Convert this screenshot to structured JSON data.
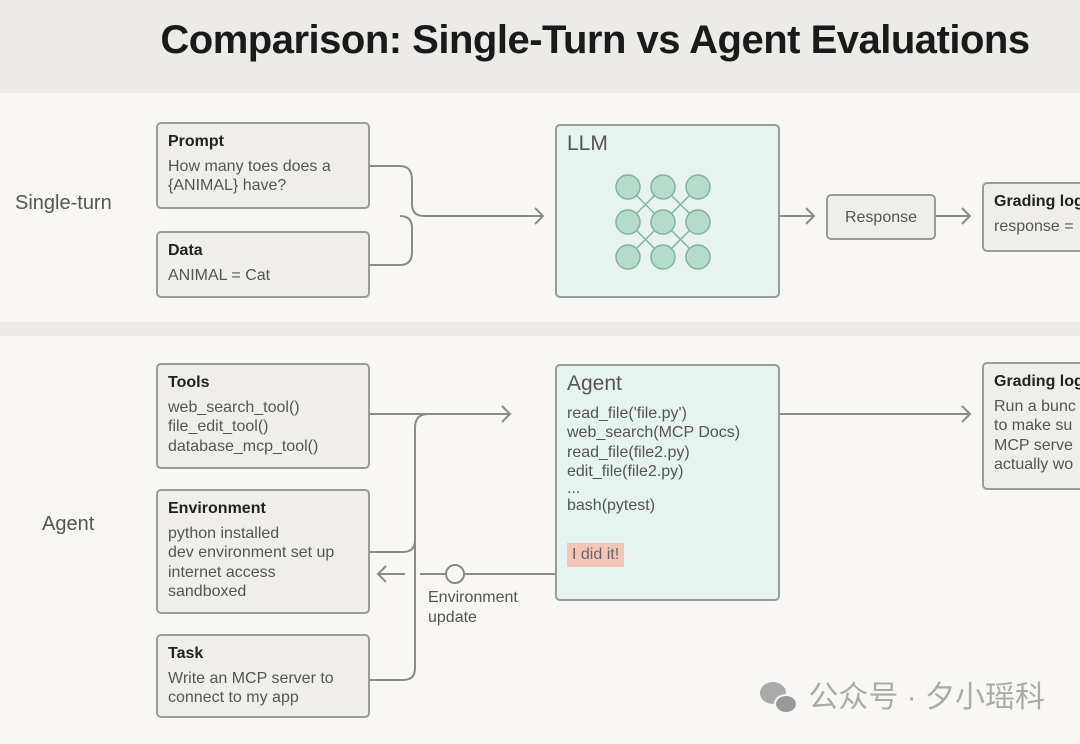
{
  "title": "Comparison: Single-Turn vs Agent Evaluations",
  "single_turn": {
    "label": "Single-turn",
    "prompt": {
      "heading": "Prompt",
      "lines": [
        "How many toes does a",
        "{ANIMAL} have?"
      ]
    },
    "data": {
      "heading": "Data",
      "lines": [
        "ANIMAL = Cat"
      ]
    },
    "llm": {
      "heading": "LLM",
      "icon": "neural-network-icon"
    },
    "response": "Response",
    "grading": {
      "heading": "Grading log",
      "lines": [
        "response ="
      ]
    }
  },
  "agent": {
    "label": "Agent",
    "tools": {
      "heading": "Tools",
      "lines": [
        "web_search_tool()",
        "file_edit_tool()",
        "database_mcp_tool()"
      ]
    },
    "environment": {
      "heading": "Environment",
      "lines": [
        "python installed",
        "dev environment set up",
        "internet access",
        "sandboxed"
      ]
    },
    "task": {
      "heading": "Task",
      "lines": [
        "Write an MCP server to",
        "connect to my app"
      ]
    },
    "agent_box": {
      "heading": "Agent",
      "lines": [
        "read_file('file.py')",
        "web_search(MCP Docs)",
        "read_file(file2.py)",
        "edit_file(file2.py)",
        "...",
        "bash(pytest)"
      ],
      "result": "I did it!"
    },
    "env_update": [
      "Environment",
      "update"
    ],
    "grading": {
      "heading": "Grading log",
      "lines": [
        "Run a bunc",
        "to make su",
        "MCP serve",
        "actually wo"
      ]
    }
  },
  "watermark": "公众号 · 夕小瑶科",
  "colors": {
    "llm_fill": "#e6f3ee",
    "node_fill": "#b5dccb",
    "highlight": "#f2c6b8"
  }
}
